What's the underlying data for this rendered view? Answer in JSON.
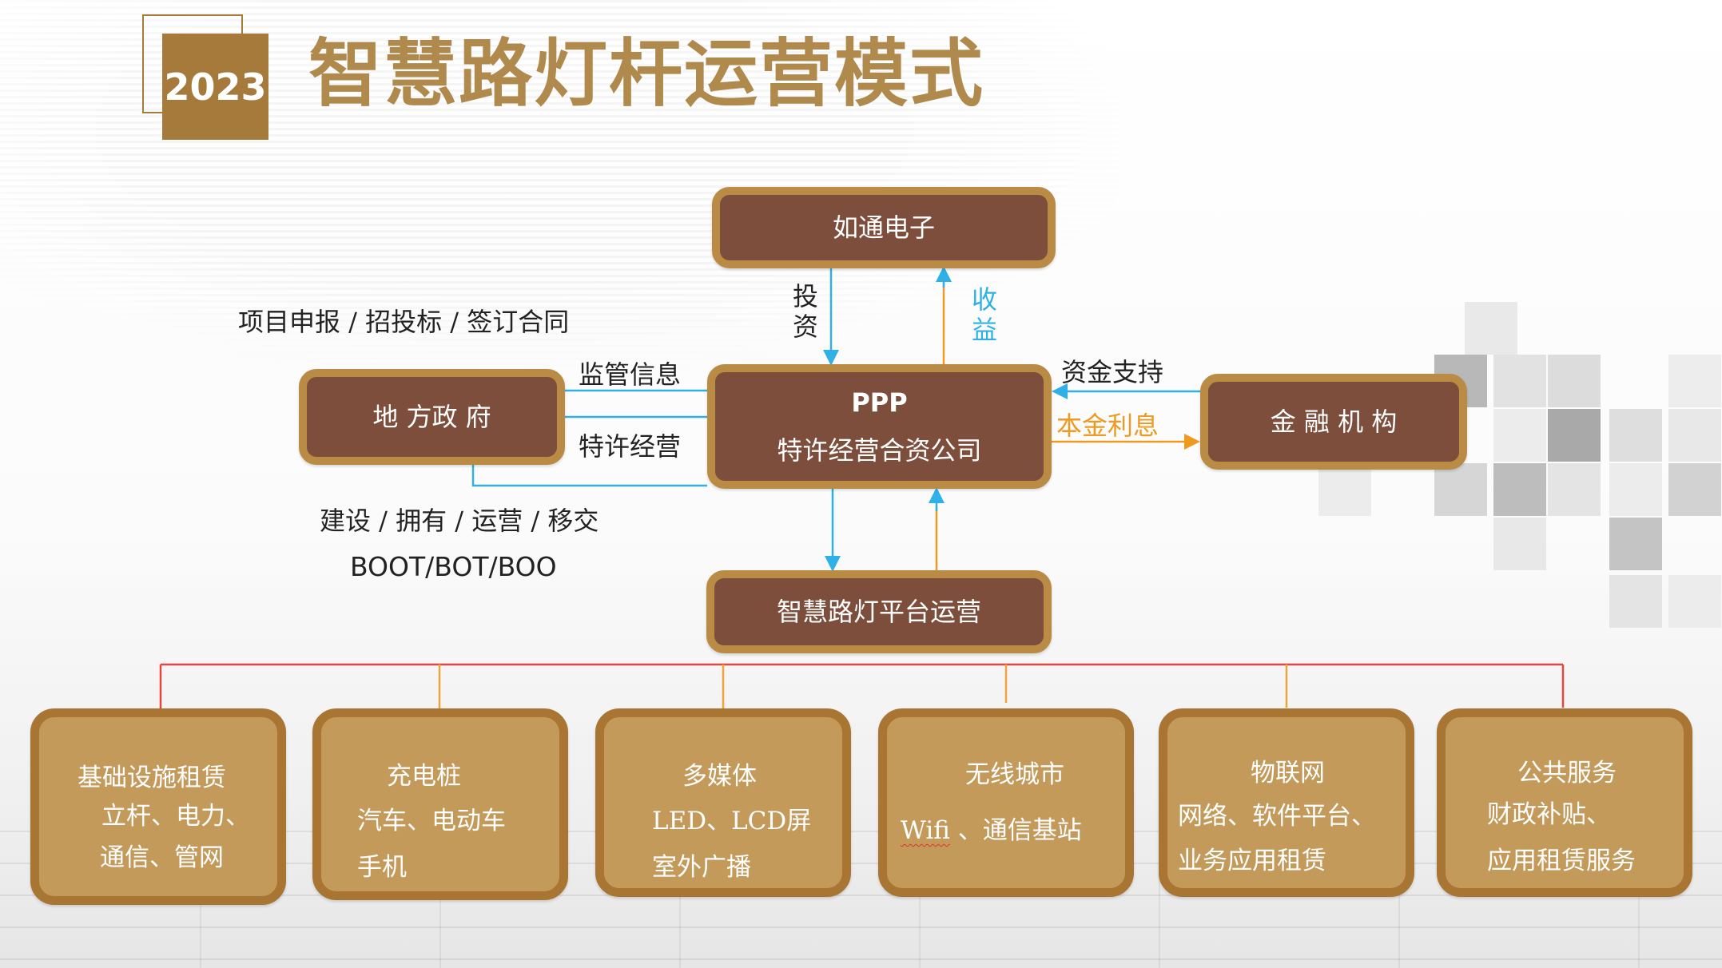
{
  "header": {
    "year": "2023",
    "title": "智慧路灯杆运营模式"
  },
  "nodes": {
    "rutong": "如通电子",
    "ppp_line1": "PPP",
    "ppp_line2": "特许经营合资公司",
    "government": "地 方政 府",
    "finance": "金 融 机 构",
    "platform": "智慧路灯平台运营"
  },
  "labels": {
    "invest": "投资",
    "revenue": "收益",
    "project": "项目申报 /  招投标 / 签订合同",
    "supervision": "监管信息",
    "franchise": "特许经营",
    "build": "建设 / 拥有 / 运营 / 移交",
    "boot": "BOOT/BOT/BOO",
    "fund_support": "资金支持",
    "principal_interest": "本金利息"
  },
  "services": [
    {
      "title": "基础设施租赁",
      "line1": "立杆、电力、",
      "line2": "通信、管网"
    },
    {
      "title": "充电桩",
      "line1": "汽车、电动车",
      "line2": "手机"
    },
    {
      "title": "多媒体",
      "line1": "LED、LCD屏",
      "line2": "室外广播"
    },
    {
      "title": "无线城市",
      "line1_a": "Wifi",
      "line1_b": " 、通信基站"
    },
    {
      "title": "物联网",
      "line1": "网络、软件平台、",
      "line2": "业务应用租赁"
    },
    {
      "title": "公共服务",
      "line1": "财政补贴、",
      "line2": "应用租赁服务"
    }
  ],
  "colors": {
    "node_dark_fill": "#7d4e3c",
    "node_dark_border": "#b98b45",
    "node_light_fill": "#c49a5b",
    "node_light_border": "#a87533",
    "arrow_blue": "#2fb0e6",
    "arrow_orange": "#ee9a22",
    "tree_red": "#e2463c",
    "tree_orange": "#efa43a",
    "title_gold": "#b08a4c"
  }
}
